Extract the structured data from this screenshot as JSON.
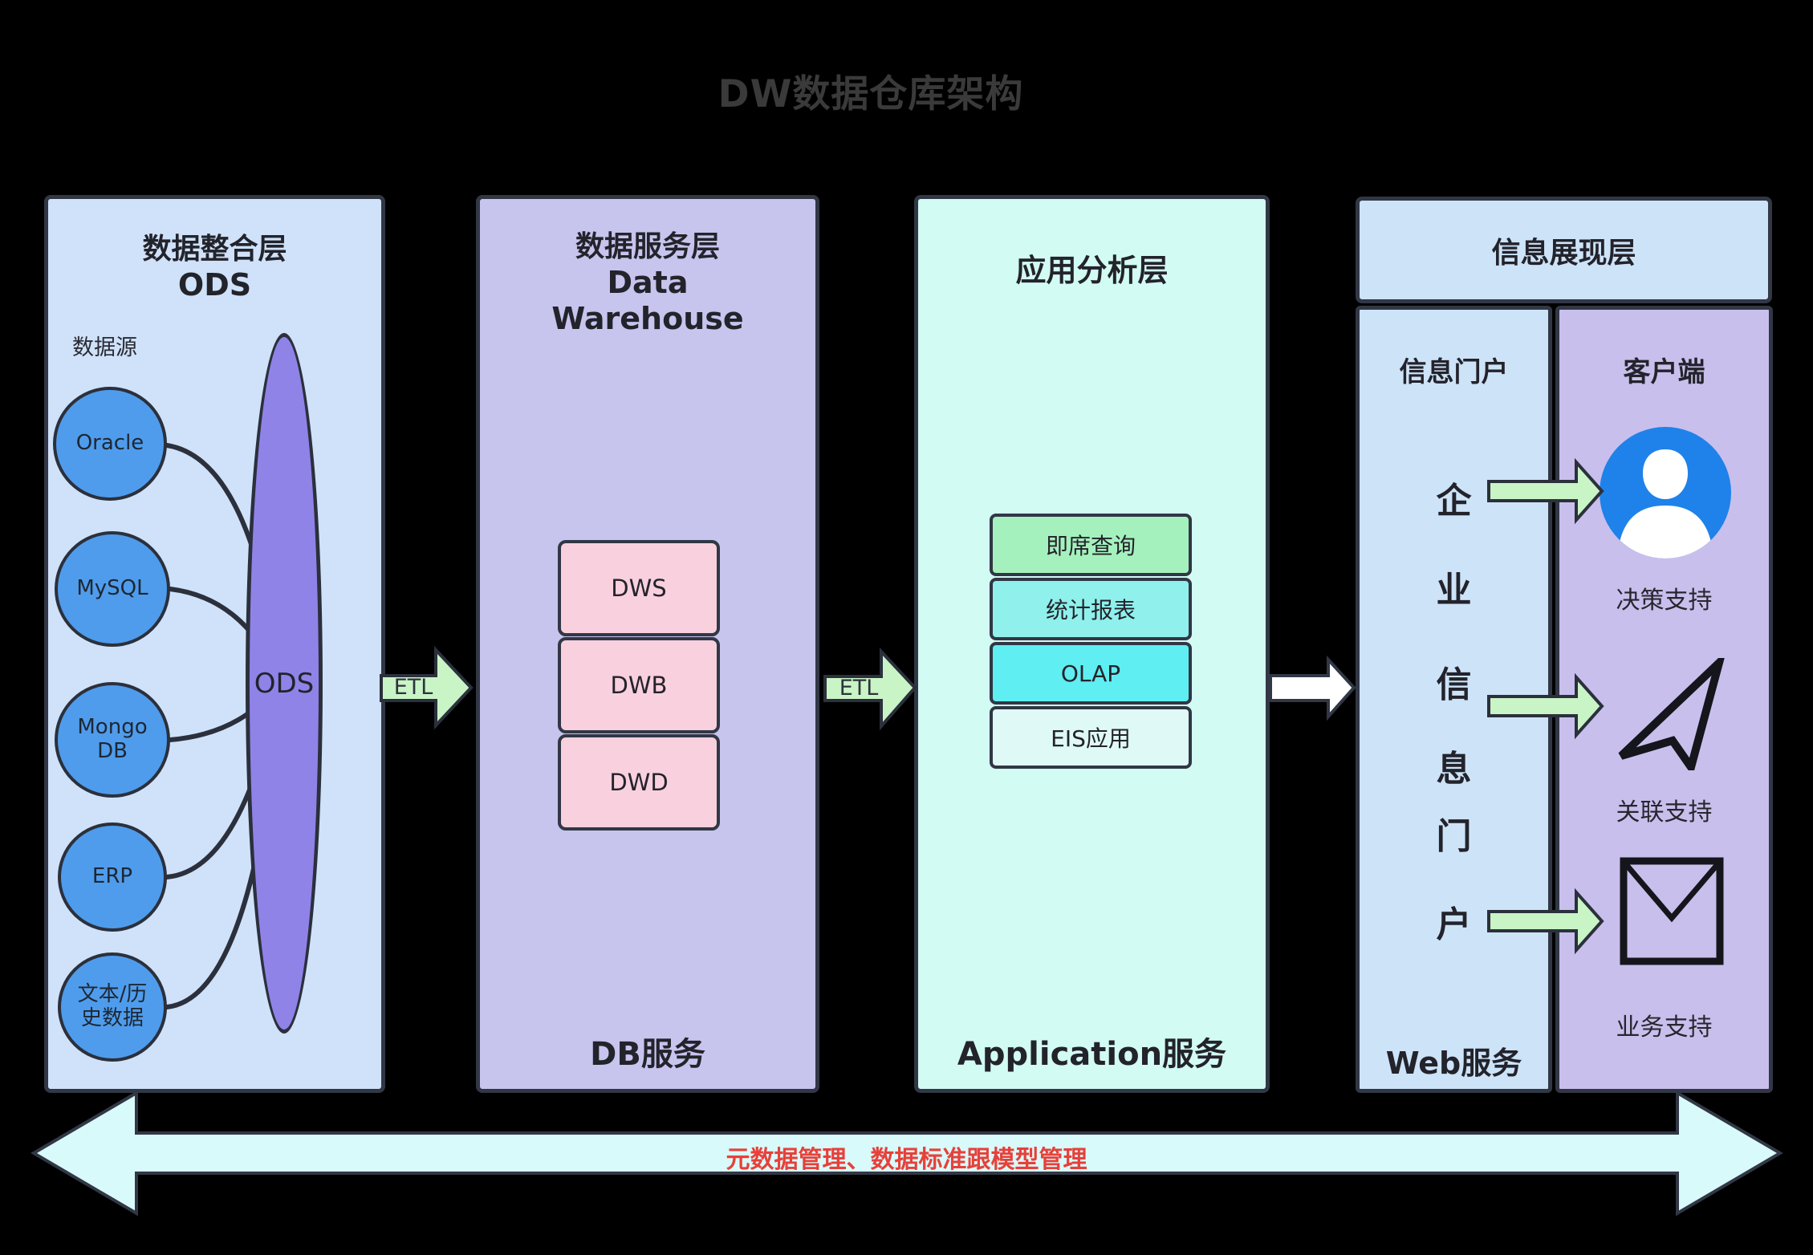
{
  "title": "DW数据仓库架构",
  "layers": {
    "integration": {
      "title_cn": "数据整合层",
      "title_en": "ODS",
      "datasource_label": "数据源",
      "sources": [
        "Oracle",
        "MySQL",
        "Mongo DB",
        "ERP",
        "文本/历史数据"
      ],
      "ods_label": "ODS",
      "etl_out_label": "ETL"
    },
    "service": {
      "title_cn": "数据服务层",
      "title_en_line1": "Data",
      "title_en_line2": "Warehouse",
      "boxes": [
        "DWS",
        "DWB",
        "DWD"
      ],
      "footer": "DB服务",
      "etl_out_label": "ETL"
    },
    "application": {
      "title": "应用分析层",
      "boxes": [
        "即席查询",
        "统计报表",
        "OLAP",
        "EIS应用"
      ],
      "footer": "Application服务"
    },
    "presentation": {
      "title": "信息展现层",
      "portal": {
        "title": "信息门户",
        "vertical_text": [
          "企",
          "业",
          "信",
          "息",
          "门",
          "户"
        ],
        "footer": "Web服务"
      },
      "client": {
        "title": "客户端",
        "items": [
          {
            "icon": "user-avatar-icon",
            "label": "决策支持"
          },
          {
            "icon": "navigation-arrow-icon",
            "label": "关联支持"
          },
          {
            "icon": "envelope-icon",
            "label": "业务支持"
          }
        ]
      }
    }
  },
  "bottom_banner": {
    "text": "元数据管理、数据标准跟模型管理"
  },
  "colors": {
    "background": "#000000",
    "integration_bg": "#cfe2f9",
    "service_bg": "#c7c4ee",
    "application_bg": "#d2fbf3",
    "portal_bg": "#cde3f8",
    "client_bg": "#c9bfec",
    "source_circle": "#4f9cec",
    "ods_ellipse": "#8f83e8",
    "dw_box_pink": "#f9d0de",
    "adhoc_green": "#a5f1bd",
    "report_cyan": "#8ff0ec",
    "olap_cyan": "#5feef1",
    "eis_light": "#dffaf6",
    "etl_arrow_green": "#c9f4c6",
    "white_arrow": "#ffffff",
    "banner_cyan": "#d9fafa",
    "banner_text_red": "#e8403a",
    "avatar_blue": "#1e82ea",
    "outline_dark": "#313745"
  }
}
